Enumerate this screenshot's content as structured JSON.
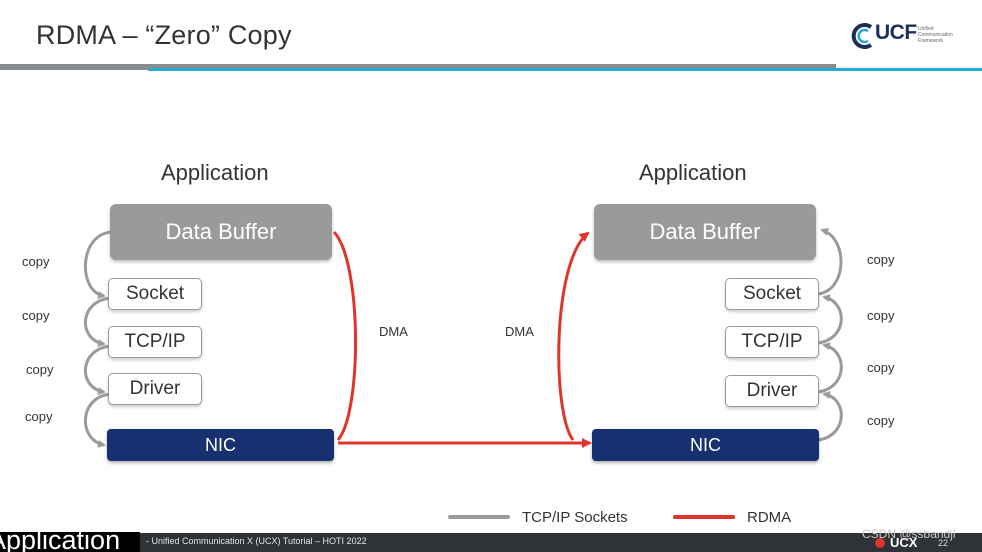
{
  "slide": {
    "title": "RDMA – “Zero” Copy"
  },
  "logo": {
    "text": "UCF",
    "subtitle": "Unified Communication Framework"
  },
  "left_stack": {
    "app_label": "Application",
    "buffer_label": "Data Buffer",
    "layers": [
      "Socket",
      "TCP/IP",
      "Driver"
    ],
    "nic_label": "NIC",
    "copy_labels": [
      "copy",
      "copy",
      "copy",
      "copy"
    ]
  },
  "right_stack": {
    "app_label": "Application",
    "buffer_label": "Data Buffer",
    "layers": [
      "Socket",
      "TCP/IP",
      "Driver"
    ],
    "nic_label": "NIC",
    "copy_labels": [
      "copy",
      "copy",
      "copy",
      "copy"
    ]
  },
  "dma": {
    "left_label": "DMA",
    "right_label": "DMA"
  },
  "legend": {
    "items": [
      {
        "label": "TCP/IP Sockets",
        "color": "#9a9a9a"
      },
      {
        "label": "RDMA",
        "color": "#e0352b"
      }
    ]
  },
  "footer": {
    "text": "- Unified Communication X (UCX) Tutorial – HOTI 2022",
    "brand": "UCX",
    "page_number": "22",
    "overlay_text": "Application",
    "watermark": "CSDN @ssbandjl"
  },
  "colors": {
    "nic": "#17306f",
    "buffer": "#9a9a9a",
    "rdma_arrow": "#e0352b",
    "copy_arrow": "#9a9a9a",
    "accent_rule": "#29a9d0"
  }
}
